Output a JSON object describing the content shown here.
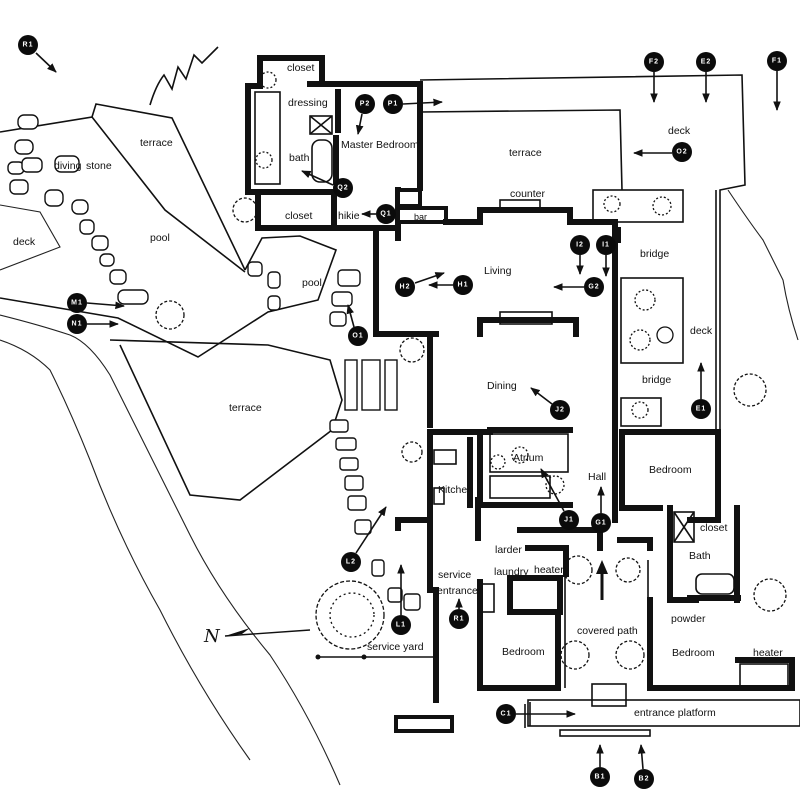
{
  "diagram": {
    "type": "architectural floor plan",
    "north_label": "N",
    "rooms": [
      {
        "id": "closet-top",
        "label": "closet"
      },
      {
        "id": "dressing",
        "label": "dressing"
      },
      {
        "id": "master-bedroom",
        "label": "Master Bedroom"
      },
      {
        "id": "bath-master",
        "label": "bath"
      },
      {
        "id": "closet-lower",
        "label": "closet"
      },
      {
        "id": "hikie",
        "label": "hikie"
      },
      {
        "id": "bar",
        "label": "bar"
      },
      {
        "id": "counter",
        "label": "counter"
      },
      {
        "id": "living",
        "label": "Living"
      },
      {
        "id": "dining",
        "label": "Dining"
      },
      {
        "id": "atrium",
        "label": "Atrium"
      },
      {
        "id": "kitchen",
        "label": "Kitchen"
      },
      {
        "id": "hall",
        "label": "Hall"
      },
      {
        "id": "larder",
        "label": "larder"
      },
      {
        "id": "laundry",
        "label": "laundry"
      },
      {
        "id": "heater-center",
        "label": "heater"
      },
      {
        "id": "service-entrance-1",
        "label": "service"
      },
      {
        "id": "service-entrance-2",
        "label": "entrance"
      },
      {
        "id": "bedroom-center",
        "label": "Bedroom"
      },
      {
        "id": "covered-path",
        "label": "covered path"
      },
      {
        "id": "bedroom-east-upper",
        "label": "Bedroom"
      },
      {
        "id": "closet-east",
        "label": "closet"
      },
      {
        "id": "bath-east",
        "label": "Bath"
      },
      {
        "id": "powder",
        "label": "powder"
      },
      {
        "id": "bedroom-east-lower",
        "label": "Bedroom"
      },
      {
        "id": "heater-east",
        "label": "heater"
      },
      {
        "id": "entrance-platform",
        "label": "entrance platform"
      },
      {
        "id": "service-yard",
        "label": "service yard"
      }
    ],
    "outdoor": [
      {
        "id": "terrace-north",
        "label": "terrace"
      },
      {
        "id": "diving-stone-1",
        "label": "diving"
      },
      {
        "id": "diving-stone-2",
        "label": "stone"
      },
      {
        "id": "pool-main",
        "label": "pool"
      },
      {
        "id": "deck-west",
        "label": "deck"
      },
      {
        "id": "pool-small",
        "label": "pool"
      },
      {
        "id": "terrace-south",
        "label": "terrace"
      },
      {
        "id": "terrace-east",
        "label": "terrace"
      },
      {
        "id": "deck-northeast",
        "label": "deck"
      },
      {
        "id": "bridge-1",
        "label": "bridge"
      },
      {
        "id": "bridge-2",
        "label": "bridge"
      },
      {
        "id": "deck-east",
        "label": "deck"
      }
    ],
    "viewpoints": [
      {
        "id": "R1-top",
        "label": "R1",
        "direction": "southeast"
      },
      {
        "id": "F2",
        "label": "F2",
        "direction": "down"
      },
      {
        "id": "E2",
        "label": "E2",
        "direction": "down"
      },
      {
        "id": "F1",
        "label": "F1",
        "direction": "down"
      },
      {
        "id": "P2",
        "label": "P2",
        "direction": "southwest"
      },
      {
        "id": "P1",
        "label": "P1",
        "direction": "right"
      },
      {
        "id": "O2",
        "label": "O2",
        "direction": "left"
      },
      {
        "id": "Q2",
        "label": "Q2",
        "direction": "northwest"
      },
      {
        "id": "Q1",
        "label": "Q1",
        "direction": "left"
      },
      {
        "id": "I2",
        "label": "I2",
        "direction": "down"
      },
      {
        "id": "I1",
        "label": "I1",
        "direction": "down"
      },
      {
        "id": "H2",
        "label": "H2",
        "direction": "northeast"
      },
      {
        "id": "H1",
        "label": "H1",
        "direction": "left"
      },
      {
        "id": "G2",
        "label": "G2",
        "direction": "left"
      },
      {
        "id": "M1",
        "label": "M1",
        "direction": "right"
      },
      {
        "id": "N1",
        "label": "N1",
        "direction": "right"
      },
      {
        "id": "O1",
        "label": "O1",
        "direction": "northwest"
      },
      {
        "id": "J2",
        "label": "J2",
        "direction": "northwest"
      },
      {
        "id": "E1",
        "label": "E1",
        "direction": "up"
      },
      {
        "id": "J1",
        "label": "J1",
        "direction": "northwest"
      },
      {
        "id": "G1",
        "label": "G1",
        "direction": "up"
      },
      {
        "id": "L2",
        "label": "L2",
        "direction": "northeast"
      },
      {
        "id": "L1",
        "label": "L1",
        "direction": "up"
      },
      {
        "id": "R1",
        "label": "R1",
        "direction": "up"
      },
      {
        "id": "C1",
        "label": "C1",
        "direction": "right"
      },
      {
        "id": "B1",
        "label": "B1",
        "direction": "up"
      },
      {
        "id": "B2",
        "label": "B2",
        "direction": "up"
      }
    ]
  }
}
